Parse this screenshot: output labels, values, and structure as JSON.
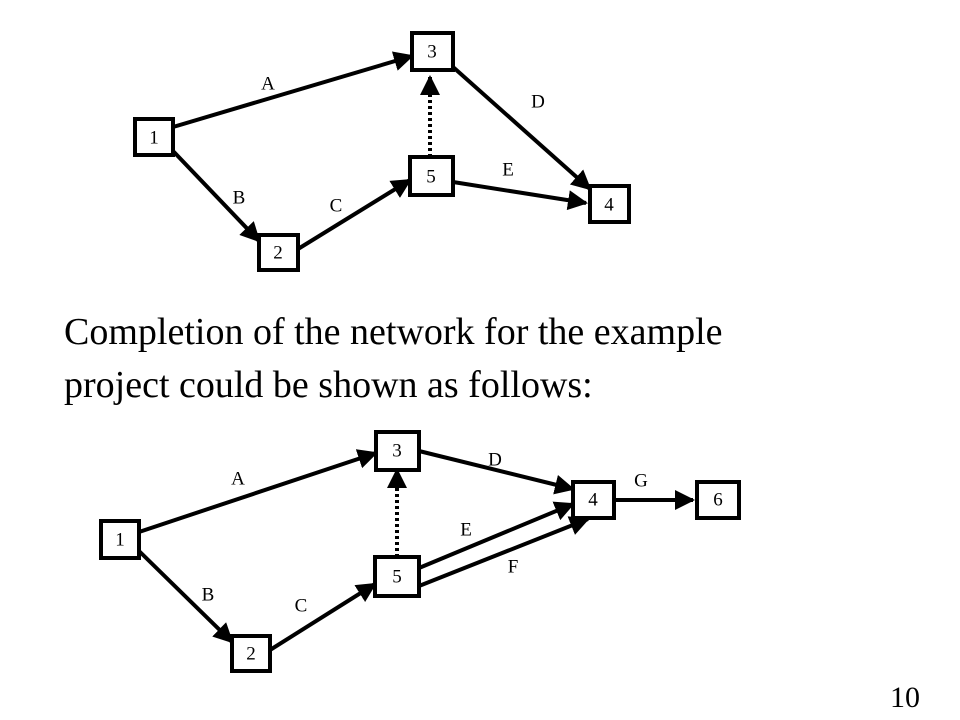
{
  "diagram_top": {
    "nodes": [
      "1",
      "2",
      "3",
      "4",
      "5"
    ],
    "activities": [
      "A",
      "B",
      "C",
      "D",
      "E"
    ]
  },
  "caption": {
    "line1": "Completion of the network for the example",
    "line2": "project could be shown as follows:"
  },
  "diagram_bottom": {
    "nodes": [
      "1",
      "2",
      "3",
      "4",
      "5",
      "6"
    ],
    "activities": [
      "A",
      "B",
      "C",
      "D",
      "E",
      "F",
      "G"
    ]
  },
  "page_number": "10"
}
